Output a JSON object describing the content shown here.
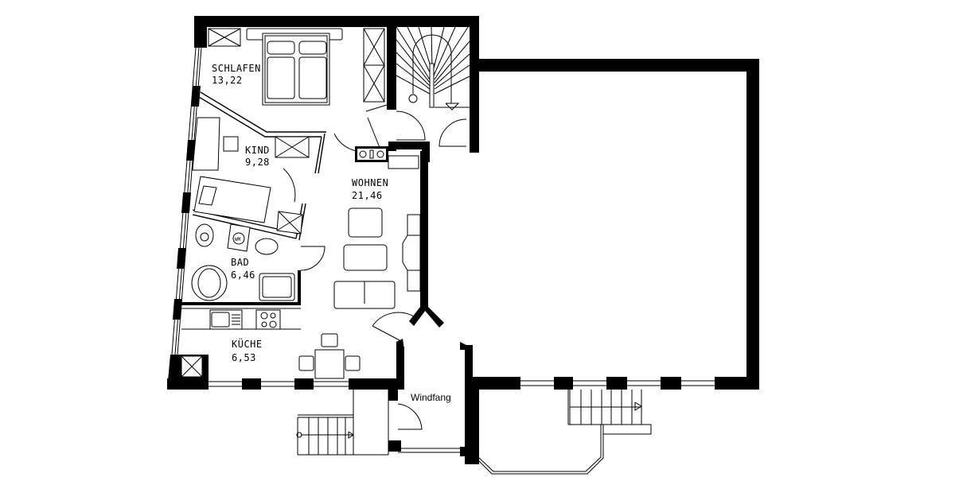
{
  "plan": {
    "type": "floor-plan",
    "background": "#ffffff",
    "line_color": "#000000",
    "rooms": [
      {
        "id": "schlafen",
        "name": "SCHLAFEN",
        "area": "13,22"
      },
      {
        "id": "kind",
        "name": "KIND",
        "area": "9,28"
      },
      {
        "id": "wohnen",
        "name": "WOHNEN",
        "area": "21,46"
      },
      {
        "id": "bad",
        "name": "BAD",
        "area": "6,46"
      },
      {
        "id": "kueche",
        "name": "KÜCHE",
        "area": "6,53"
      },
      {
        "id": "windfang",
        "name": "Windfang",
        "area": ""
      }
    ],
    "features": [
      "staircase-spiral",
      "entrance-stairs-left",
      "entrance-stairs-right",
      "bay-window",
      "double-bed",
      "wardrobes",
      "desk-with-chair",
      "single-bed",
      "toilet",
      "washing-machine",
      "washbasin",
      "corner-bathtub",
      "shower-tray",
      "kitchen-sink",
      "cooktop",
      "dining-table-with-chairs",
      "armchair",
      "coffee-table",
      "sofa",
      "sideboard",
      "wall-units",
      "heater-control"
    ],
    "washing_machine_label": "WM"
  }
}
